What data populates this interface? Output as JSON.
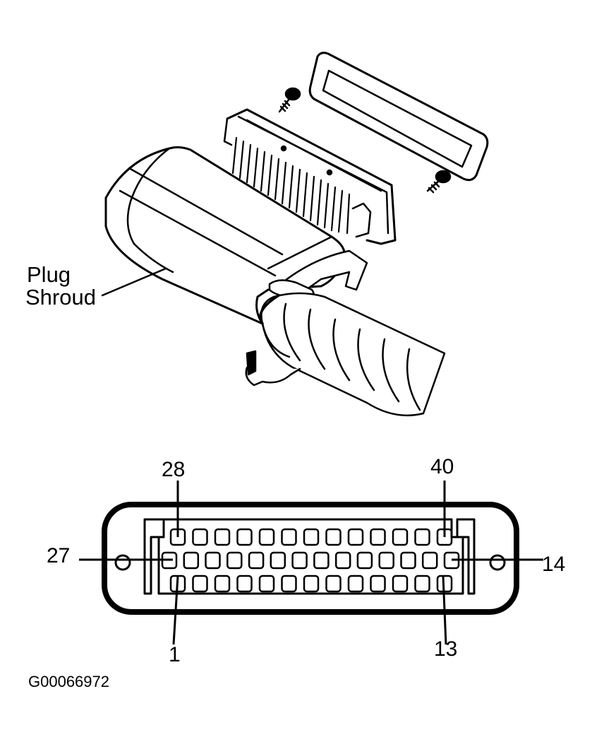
{
  "diagram": {
    "callout": {
      "line1": "Plug",
      "line2": "Shroud"
    },
    "pin_labels": {
      "top_left": "28",
      "top_right": "40",
      "middle_left": "27",
      "middle_right": "14",
      "bottom_left": "1",
      "bottom_right": "13"
    },
    "figure_id": "G00066972"
  },
  "connector": {
    "rows": [
      {
        "first_pin": 28,
        "last_pin": 40
      },
      {
        "first_pin": 14,
        "last_pin": 27
      },
      {
        "first_pin": 1,
        "last_pin": 13
      }
    ]
  }
}
